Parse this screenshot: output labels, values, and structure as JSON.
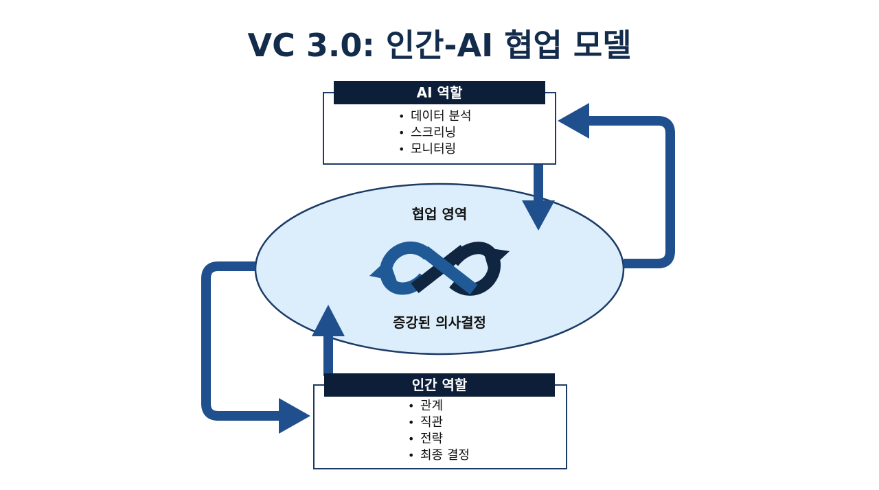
{
  "title": "VC 3.0: 인간-AI 협업 모델",
  "ai_role": {
    "header": "AI 역할",
    "items": [
      "데이터 분석",
      "스크리닝",
      "모니터링"
    ]
  },
  "human_role": {
    "header": "인간 역할",
    "items": [
      "관계",
      "직관",
      "전략",
      "최종 결정"
    ]
  },
  "collaboration": {
    "top_label": "협업 영역",
    "bottom_label": "증강된 의사결정",
    "icon": "infinity-loop-arrows-icon"
  },
  "colors": {
    "title": "#142c4c",
    "header_bg": "#0d1f38",
    "box_border": "#1b3a66",
    "arrow": "#1f4f8c",
    "ellipse_fill": "#dceefb",
    "ellipse_stroke": "#1b3a66",
    "loop_blue": "#1f5a96",
    "loop_dark": "#0f2540"
  }
}
